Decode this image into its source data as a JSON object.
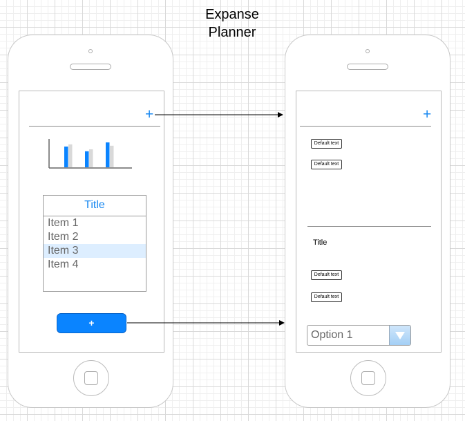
{
  "title_lines": [
    "Expanse",
    "Planner"
  ],
  "left_screen": {
    "add_icon": "+",
    "list": {
      "title": "Title",
      "items": [
        "Item 1",
        "Item 2",
        "Item 3",
        "Item 4"
      ],
      "selected_index": 2
    },
    "add_button_label": "+"
  },
  "right_screen": {
    "add_icon": "+",
    "buttons_top": [
      "Default text",
      "Default text"
    ],
    "section_title": "Title",
    "buttons_bottom": [
      "Default text",
      "Default text"
    ],
    "dropdown": {
      "selected": "Option 1"
    }
  },
  "colors": {
    "accent": "#1787f0",
    "button": "#0a84ff",
    "selected_row": "#ddeeff"
  },
  "chart_thumbnail": {
    "type": "bar",
    "groups": [
      {
        "primary": 0.75,
        "secondary": 0.83
      },
      {
        "primary": 0.58,
        "secondary": 0.65
      },
      {
        "primary": 0.9,
        "secondary": 0.78
      }
    ]
  }
}
